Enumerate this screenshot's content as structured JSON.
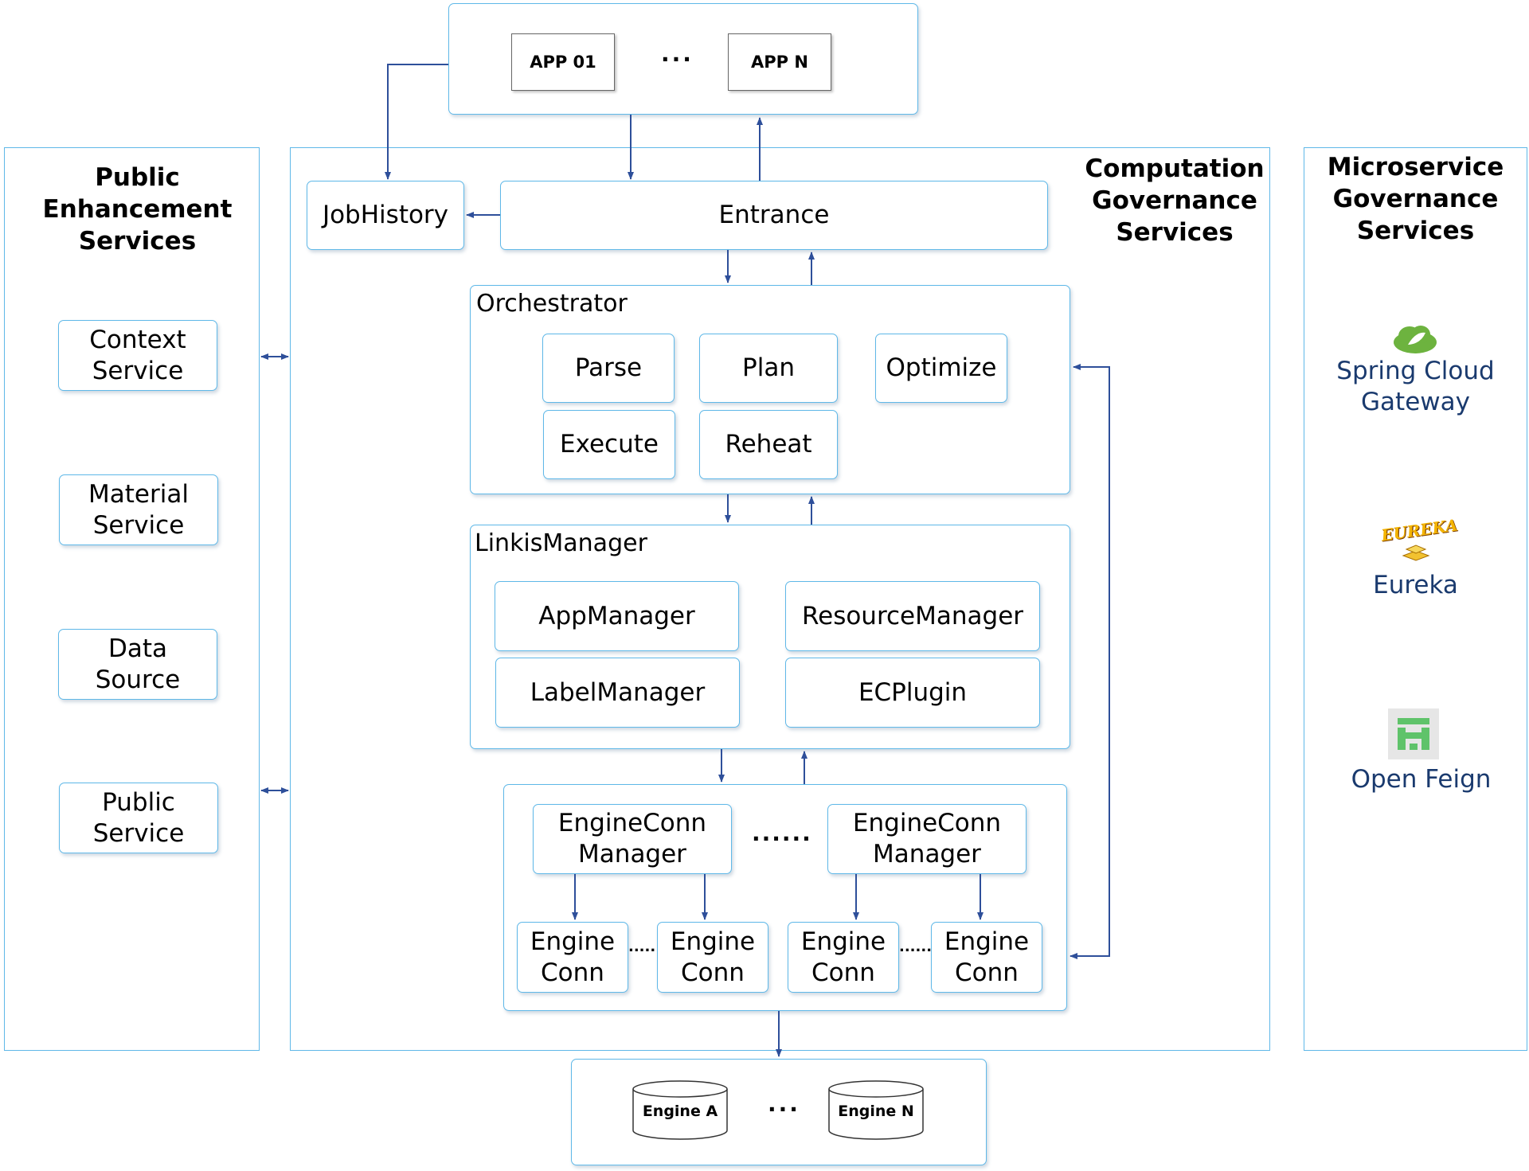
{
  "apps": {
    "first": "APP 01",
    "ellipsis": "···",
    "last": "APP N"
  },
  "public_enhancement": {
    "title": "Public\nEnhancement\nServices",
    "items": [
      "Context\nService",
      "Material\nService",
      "Data\nSource",
      "Public\nService"
    ]
  },
  "computation": {
    "title": "Computation\nGovernance\nServices",
    "jobhistory": "JobHistory",
    "entrance": "Entrance",
    "orchestrator": {
      "title": "Orchestrator",
      "items": [
        "Parse",
        "Plan",
        "Optimize",
        "Execute",
        "Reheat"
      ]
    },
    "linkis_manager": {
      "title": "LinkisManager",
      "items": [
        "AppManager",
        "ResourceManager",
        "LabelManager",
        "ECPlugin"
      ]
    },
    "engineconn_manager": "EngineConn\nManager",
    "engine_conn": "Engine\nConn",
    "dots_long": "......",
    "dots_short": "......"
  },
  "microservice": {
    "title": "Microservice\nGovernance\nServices",
    "items": [
      {
        "label": "Spring Cloud\nGateway",
        "icon": "spring-cloud-icon"
      },
      {
        "label": "Eureka",
        "icon": "eureka-icon",
        "logo_text": "EUREKA"
      },
      {
        "label": "Open Feign",
        "icon": "open-feign-icon"
      }
    ]
  },
  "engines": {
    "first": "Engine A",
    "ellipsis": "···",
    "last": "Engine N"
  },
  "colors": {
    "border": "#5fb8e8",
    "arrow": "#2e4f9a",
    "microservice_text": "#1a3a6e",
    "spring_green": "#6db33f"
  }
}
